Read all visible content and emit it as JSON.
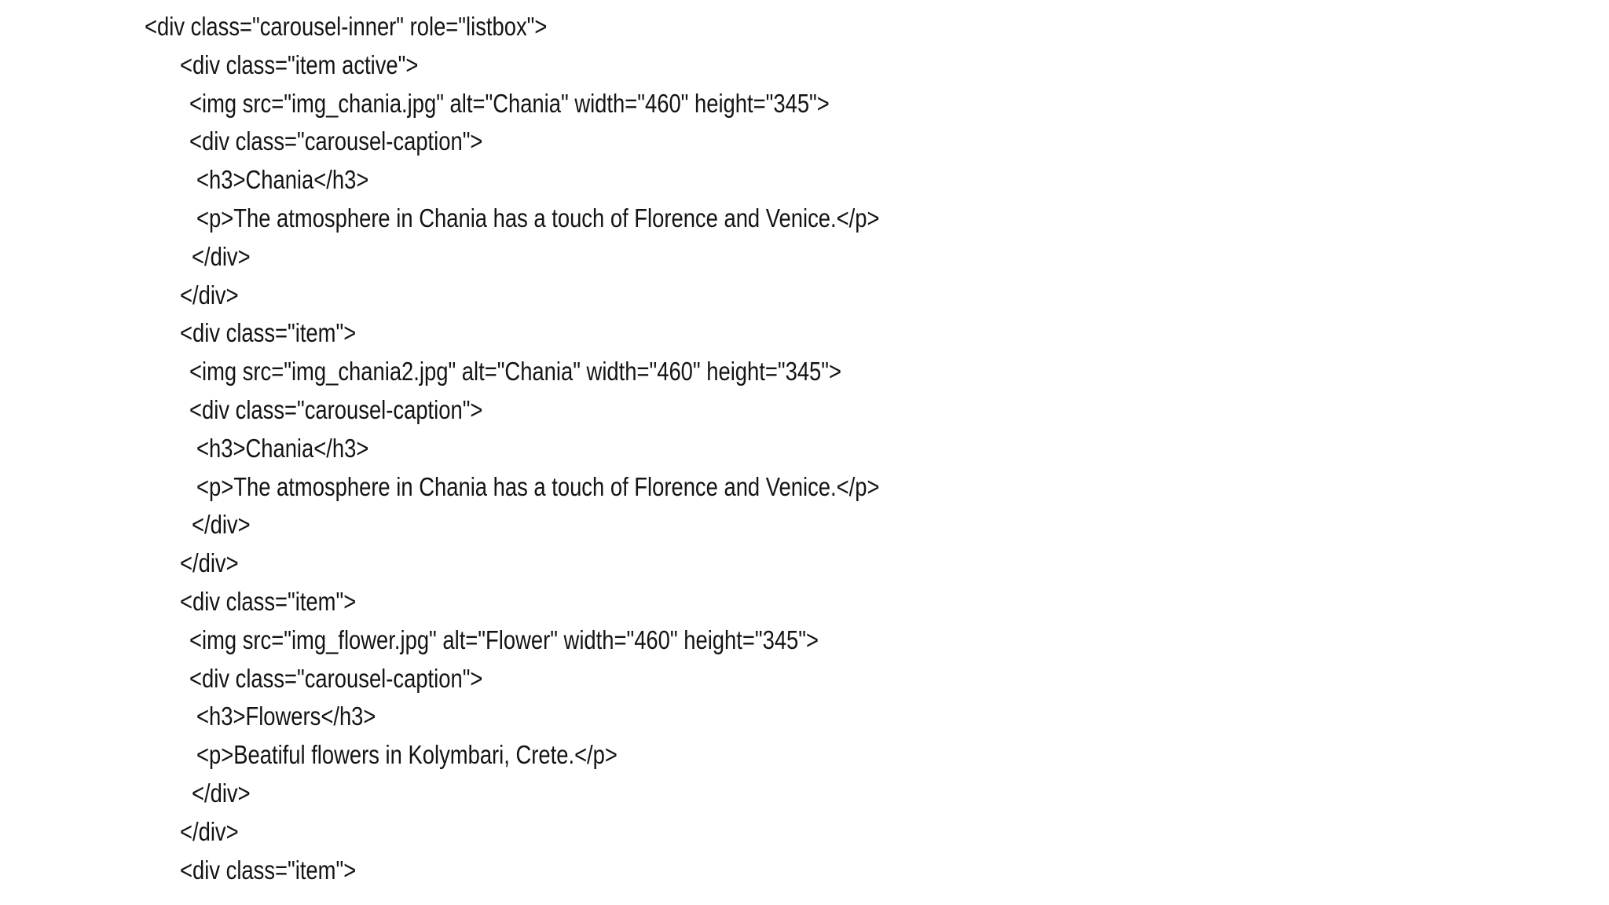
{
  "page": {
    "background_color": "#ffffff",
    "text_color": "#141414",
    "description": "White page displaying HTML source code of a Bootstrap carousel (carousel-inner listbox with three items)"
  },
  "code": {
    "language": "html",
    "lines": [
      {
        "indent": 0,
        "text": "<div class=\"carousel-inner\" role=\"listbox\">"
      },
      {
        "indent": 45,
        "text": "<div class=\"item active\">"
      },
      {
        "indent": 57,
        "text": "<img src=\"img_chania.jpg\" alt=\"Chania\" width=\"460\" height=\"345\">"
      },
      {
        "indent": 57,
        "text": "<div class=\"carousel-caption\">"
      },
      {
        "indent": 66,
        "text": "<h3>Chania</h3>"
      },
      {
        "indent": 66,
        "text": "<p>The atmosphere in Chania has a touch of Florence and Venice.</p>"
      },
      {
        "indent": 60,
        "text": "</div>"
      },
      {
        "indent": 45,
        "text": "</div>"
      },
      {
        "indent": 45,
        "text": "<div class=\"item\">"
      },
      {
        "indent": 57,
        "text": "<img src=\"img_chania2.jpg\" alt=\"Chania\" width=\"460\" height=\"345\">"
      },
      {
        "indent": 57,
        "text": "<div class=\"carousel-caption\">"
      },
      {
        "indent": 66,
        "text": "<h3>Chania</h3>"
      },
      {
        "indent": 66,
        "text": "<p>The atmosphere in Chania has a touch of Florence and Venice.</p>"
      },
      {
        "indent": 60,
        "text": "</div>"
      },
      {
        "indent": 45,
        "text": "</div>"
      },
      {
        "indent": 45,
        "text": "<div class=\"item\">"
      },
      {
        "indent": 57,
        "text": "<img src=\"img_flower.jpg\" alt=\"Flower\" width=\"460\" height=\"345\">"
      },
      {
        "indent": 57,
        "text": "<div class=\"carousel-caption\">"
      },
      {
        "indent": 66,
        "text": "<h3>Flowers</h3>"
      },
      {
        "indent": 66,
        "text": "<p>Beatiful flowers in Kolymbari, Crete.</p>"
      },
      {
        "indent": 60,
        "text": "</div>"
      },
      {
        "indent": 45,
        "text": "</div>"
      },
      {
        "indent": 45,
        "text": "<div class=\"item\">"
      }
    ]
  }
}
